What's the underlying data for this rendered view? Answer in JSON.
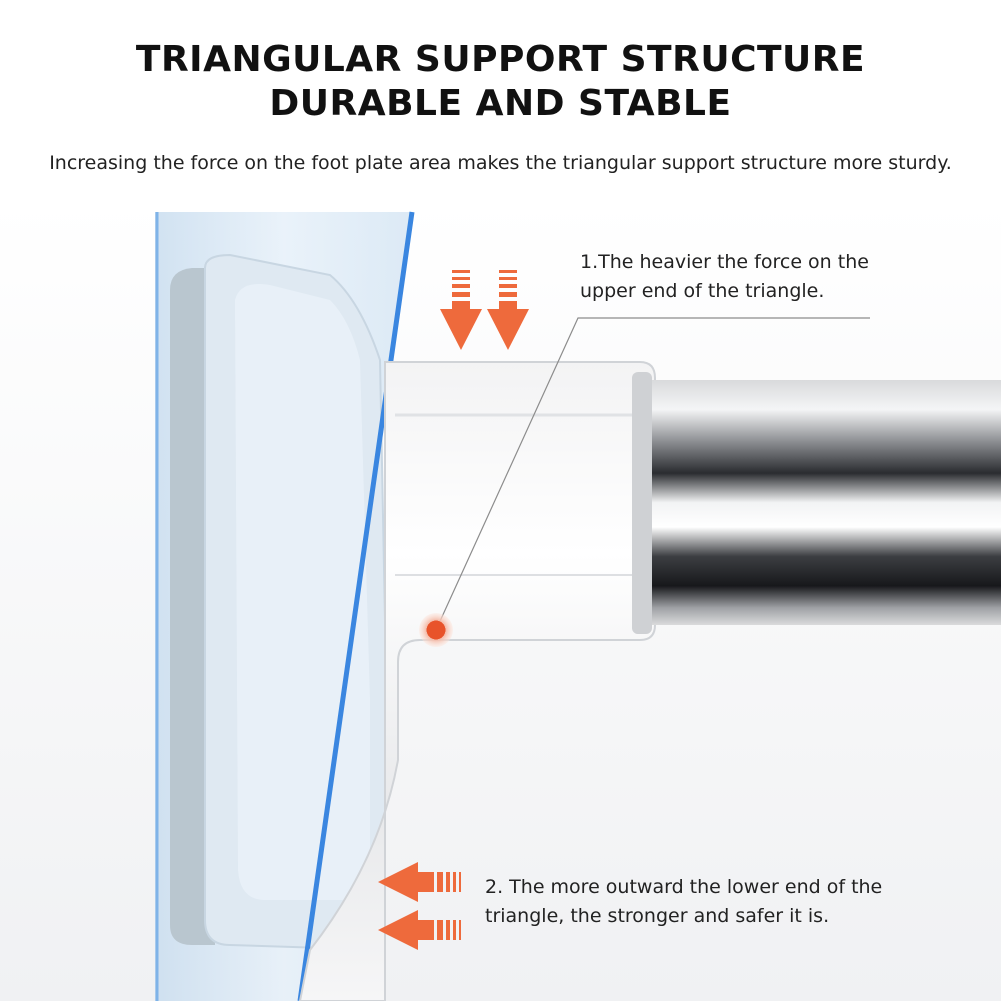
{
  "title": {
    "line1": "TRIANGULAR SUPPORT STRUCTURE",
    "line2": "DURABLE AND STABLE"
  },
  "subtitle": "Increasing the force on the foot plate area makes the triangular support structure more sturdy.",
  "callouts": [
    {
      "line1": "1.The heavier the force on the",
      "line2": "upper end of the triangle."
    },
    {
      "line1": "2. The more outward the lower end of the",
      "line2": "triangle, the stronger and safer it is."
    }
  ],
  "colors": {
    "arrow": "#ee6a3c",
    "wall_blue": "#3a86e0",
    "marker": "#e8532a"
  },
  "icons": [
    "down-arrow-icon",
    "left-arrow-icon",
    "marker-dot-icon"
  ]
}
